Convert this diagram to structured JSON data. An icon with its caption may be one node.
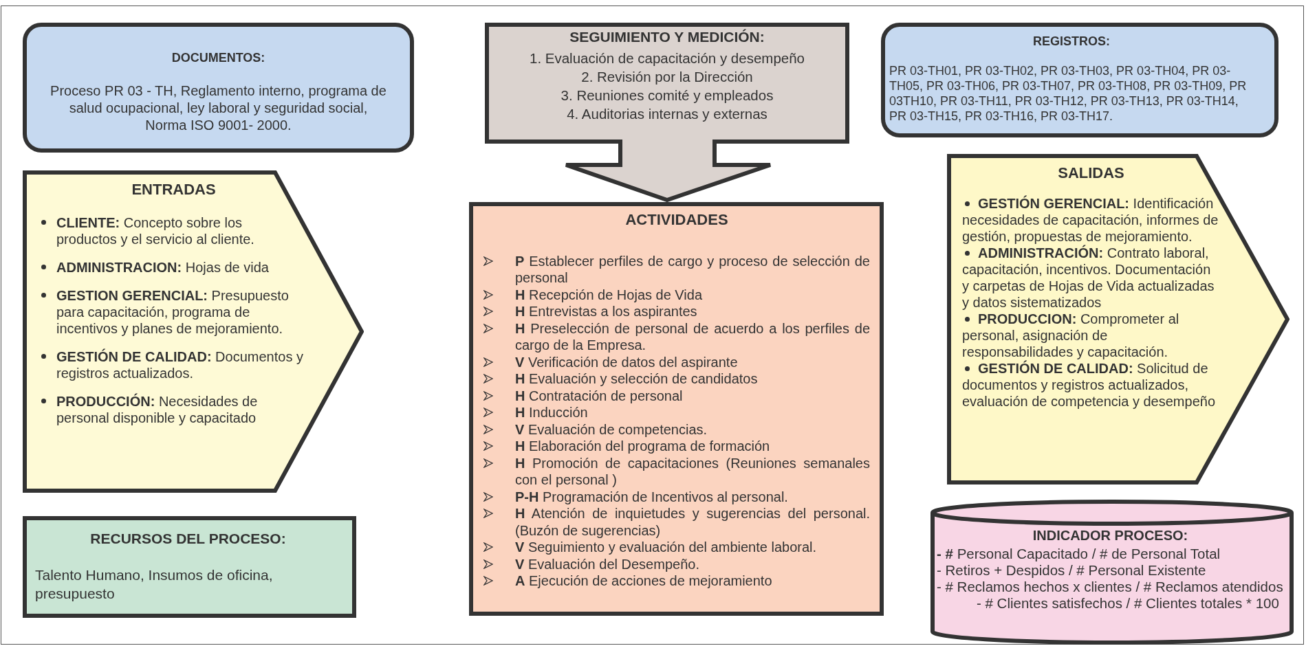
{
  "diagram": {
    "nodes": [
      {
        "text": [
          "DOCUMENTOS:",
          "Proceso PR 03 - TH, Reglamento interno, programa de salud ocupacional, ley laboral y seguridad social, Norma ISO 9001- 2000."
        ]
      },
      {
        "text": [
          "SEGUIMIENTO Y MEDICIÓN:",
          "1. Evaluación de capacitación y desempeño",
          "2. Revisión por la Dirección",
          "3. Reuniones comité y empleados",
          "4. Auditorias internas y externas"
        ]
      },
      {
        "text": [
          "REGISTROS:",
          "PR 03-TH01, PR 03-TH02, PR 03-TH03, PR 03-TH04, PR 03-TH05, PR 03-TH06, PR 03-TH07, PR 03-TH08, PR 03-TH09, PR 03TH10, PR 03-TH11, PR 03-TH12, PR 03-TH13, PR 03-TH14, PR 03-TH15, PR 03-TH16, PR 03-TH17."
        ]
      },
      {
        "text": [
          "ENTRADAS",
          "**CLIENTE:** Concepto sobre los productos y el servicio al cliente.",
          "**ADMINISTRACION:** Hojas de vida",
          "**GESTION GERENCIAL:** Presupuesto para capacitación, programa de incentivos y planes de mejoramiento.",
          "**GESTIÓN DE CALIDAD:** Documentos y registros actualizados.",
          "**PRODUCCIÓN:** Necesidades de personal disponible y capacitado"
        ]
      },
      {
        "text": [
          "ACTIVIDADES",
          "**P** Establecer perfiles de cargo y proceso de selección de personal",
          "**H** Recepción de Hojas de Vida",
          "**H** Entrevistas a los aspirantes",
          "**H** Preselección de personal de acuerdo a los perfiles de cargo de la Empresa.",
          "**V** Verificación de datos del aspirante",
          "**H** Evaluación y selección de candidatos",
          "**H** Contratación de personal",
          "**H** Inducción",
          "**V** Evaluación de competencias.",
          "**H** Elaboración del programa de formación",
          "**H** Promoción de capacitaciones (Reuniones semanales con el personal )",
          "**P-H** Programación de Incentivos al personal.",
          "**H** Atención de inquietudes y sugerencias del personal. (Buzón de sugerencias)",
          "**V** Seguimiento y evaluación del ambiente laboral.",
          "**V** Evaluación del Desempeño.",
          "**A** Ejecución de acciones de mejoramiento"
        ]
      },
      {
        "text": [
          "SALIDAS",
          "**GESTIÓN GERENCIAL:** Identificación necesidades de capacitación, informes de gestión, propuestas de mejoramiento.",
          "**ADMINISTRACIÓN:** Contrato laboral, capacitación, incentivos. Documentación y carpetas de Hojas de Vida actualizadas y datos sistematizados",
          "**PRODUCCION:** Comprometer al personal, asignación de responsabilidades y capacitación.",
          "**GESTIÓN DE CALIDAD:** Solicitud de documentos y registros actualizados, evaluación de competencia y desempeño"
        ]
      },
      {
        "text": [
          "RECURSOS DEL PROCESO:",
          "Talento Humano, Insumos de oficina, presupuesto"
        ]
      },
      {
        "text": [
          "INDICADOR PROCESO:",
          "**- #** Personal Capacitado / # de Personal Total",
          "- Retiros + Despidos / # Personal Existente",
          "- # Reclamos hechos x clientes / # Reclamos atendidos",
          "- # Clientes satisfechos / # Clientes totales * 100"
        ]
      }
    ]
  }
}
